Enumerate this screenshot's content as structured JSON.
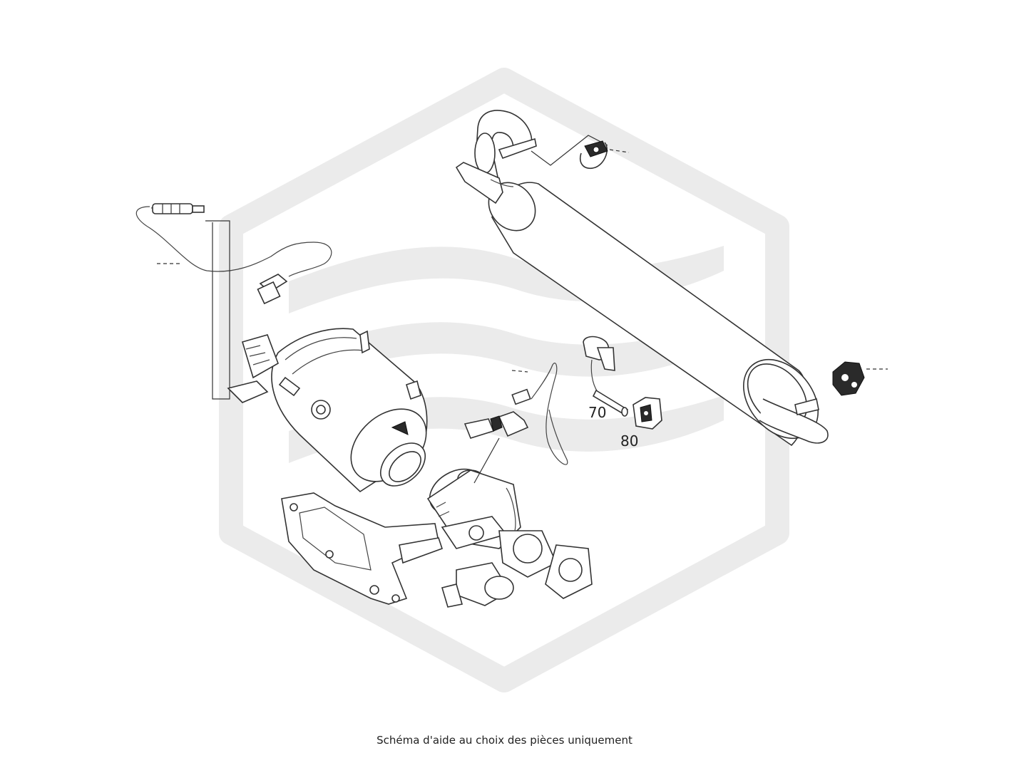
{
  "caption": "Schéma d'aide au choix des pièces uniquement",
  "callouts": [
    {
      "id": "70",
      "label": "70"
    },
    {
      "id": "80",
      "label": "80"
    }
  ],
  "colors": {
    "watermark": "#ebebeb",
    "line": "#333333",
    "background": "#ffffff"
  }
}
